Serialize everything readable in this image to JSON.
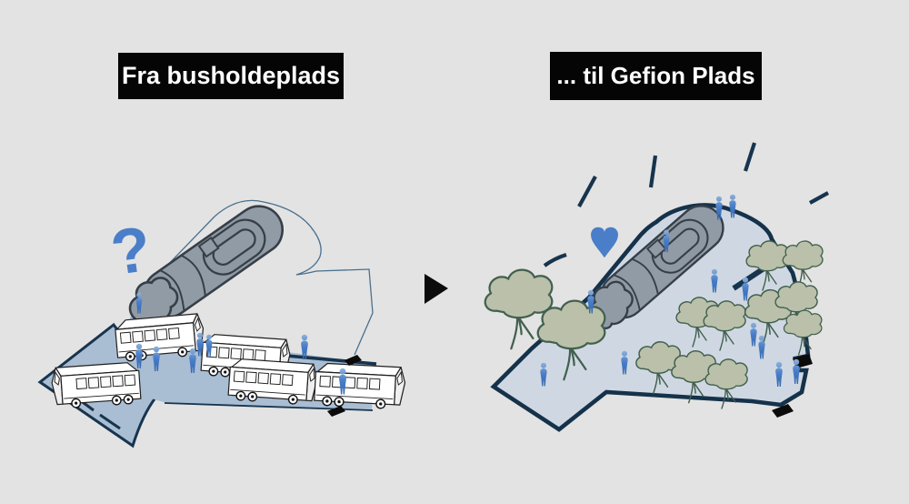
{
  "figure": {
    "before": {
      "title": "Fra busholdeplads",
      "question_mark_glyph": "?",
      "scene": "bus parking lot with five buses, waiting people and wireframe plaza outline"
    },
    "after": {
      "title": "... til Gefion Plads",
      "scene": "pedestrian plaza with fountain, trees, people, heart and sparkle rays"
    },
    "transition_arrow_glyph": "▶"
  },
  "colors": {
    "title-bg": "#050505",
    "title-text": "#ffffff",
    "accent-blue": "#4a7ec8",
    "navy": "#17344e",
    "road-blue": "#a9bdd3",
    "plaza-blue": "#cfd8e2",
    "fountain-gray": "#919ba6",
    "fountain-dark": "#363f48",
    "tree-fill": "#bac0a9",
    "tree-line": "#42604f",
    "thin-line": "#4a708e",
    "bus-body": "#ffffff",
    "ink": "#0b0b0b",
    "bg": "#e3e3e3"
  }
}
